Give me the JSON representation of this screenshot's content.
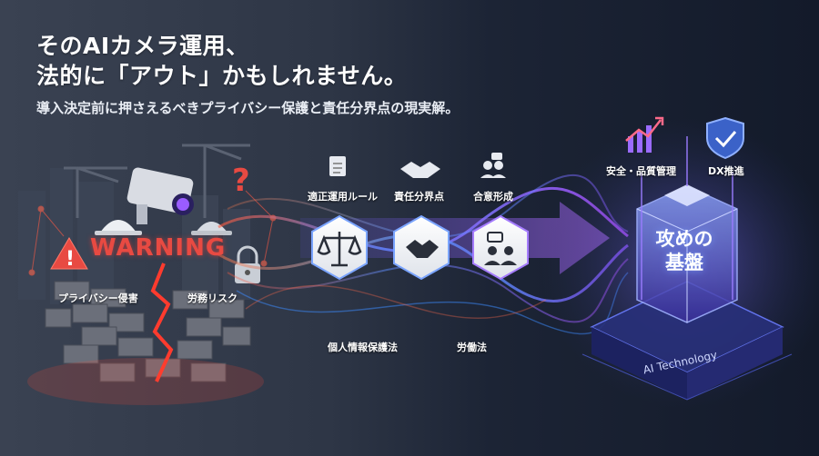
{
  "headline": {
    "line1": "そのAIカメラ運用、",
    "line2": "法的に「アウト」かもしれません。",
    "subtitle": "導入決定前に押さえるべきプライバシー保護と責任分界点の現実解。"
  },
  "left": {
    "warning": "WARNING",
    "risk1": "プライバシー侵害",
    "risk2": "労務リスク"
  },
  "middle": {
    "step1": "適正運用ルール",
    "step2": "責任分界点",
    "step3": "合意形成",
    "law1": "個人情報保護法",
    "law2": "労働法"
  },
  "right": {
    "core_line1": "攻めの",
    "core_line2": "基盤",
    "base_label": "AI Technology",
    "badge1": "安全・品質管理",
    "badge2": "DX推進"
  },
  "colors": {
    "warning_red": "#e84a42",
    "accent_blue": "#3b8cff",
    "accent_purple": "#a24dff"
  },
  "icons": [
    "document-icon",
    "handshake-icon",
    "people-chat-icon",
    "scales-icon",
    "chart-up-icon",
    "shield-check-icon",
    "lock-icon",
    "camera-icon",
    "warning-triangle-icon",
    "hardhat-icon",
    "crane-icon",
    "question-mark-icon",
    "arrow-right-icon"
  ]
}
